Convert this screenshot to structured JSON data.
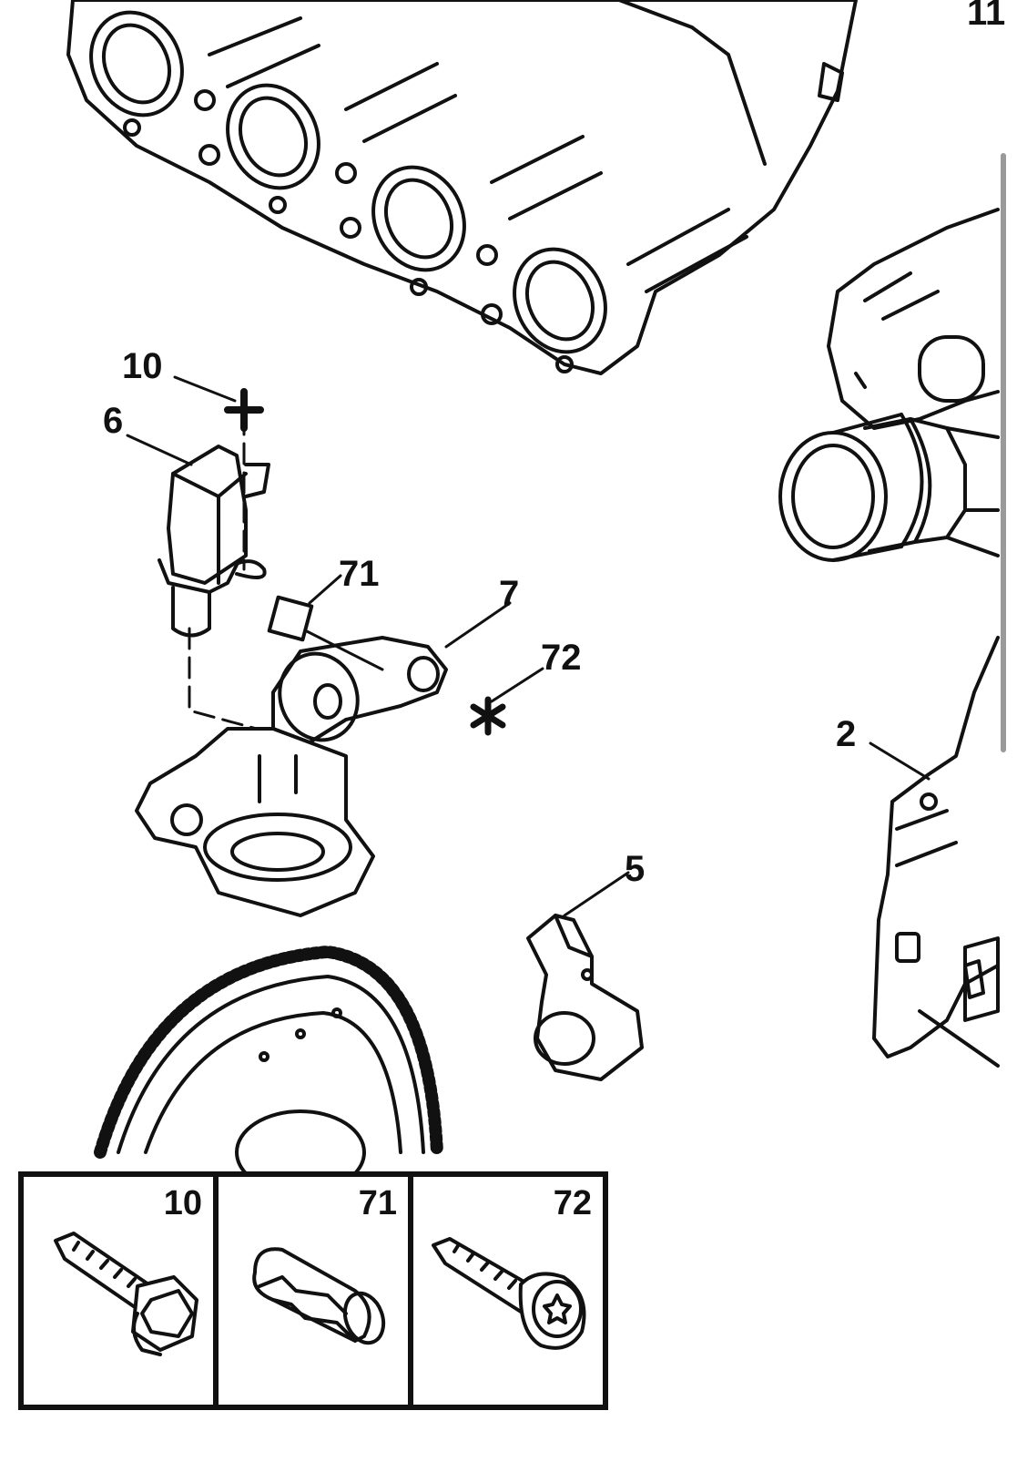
{
  "diagram": {
    "callouts": {
      "c10": "10",
      "c6": "6",
      "c71": "71",
      "c7": "7",
      "c72": "72",
      "c2": "2",
      "c5": "5",
      "c11": "11"
    },
    "legend": [
      {
        "number": "10",
        "part": "hex-flange-bolt"
      },
      {
        "number": "71",
        "part": "split-sleeve"
      },
      {
        "number": "72",
        "part": "torx-flange-screw"
      }
    ]
  }
}
